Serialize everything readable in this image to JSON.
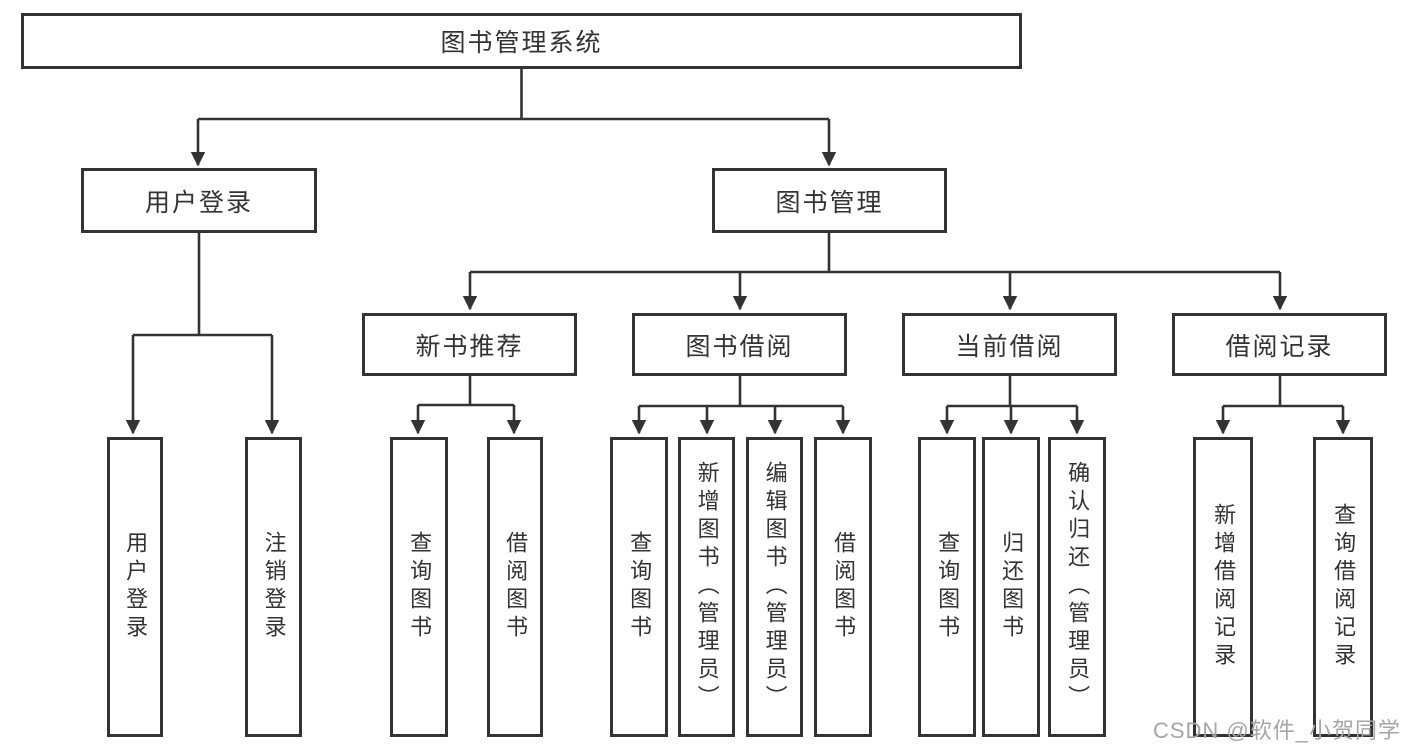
{
  "tree": {
    "label": "图书管理系统",
    "children": [
      {
        "label": "用户登录",
        "children": [
          {
            "label": "用户登录"
          },
          {
            "label": "注销登录"
          }
        ]
      },
      {
        "label": "图书管理",
        "children": [
          {
            "label": "新书推荐",
            "children": [
              {
                "label": "查询图书"
              },
              {
                "label": "借阅图书"
              }
            ]
          },
          {
            "label": "图书借阅",
            "children": [
              {
                "label": "查询图书"
              },
              {
                "label": "新增图书（管理员）"
              },
              {
                "label": "编辑图书（管理员）"
              },
              {
                "label": "借阅图书"
              }
            ]
          },
          {
            "label": "当前借阅",
            "children": [
              {
                "label": "查询图书"
              },
              {
                "label": "归还图书"
              },
              {
                "label": "确认归还（管理员）"
              }
            ]
          },
          {
            "label": "借阅记录",
            "children": [
              {
                "label": "新增借阅记录"
              },
              {
                "label": "查询借阅记录"
              }
            ]
          }
        ]
      }
    ]
  },
  "watermark": "CSDN @软件_小贺同学",
  "colors": {
    "line": "#333333",
    "border": "#333333",
    "text": "#333333",
    "watermark": "#a6a6a6",
    "background": "#ffffff"
  }
}
